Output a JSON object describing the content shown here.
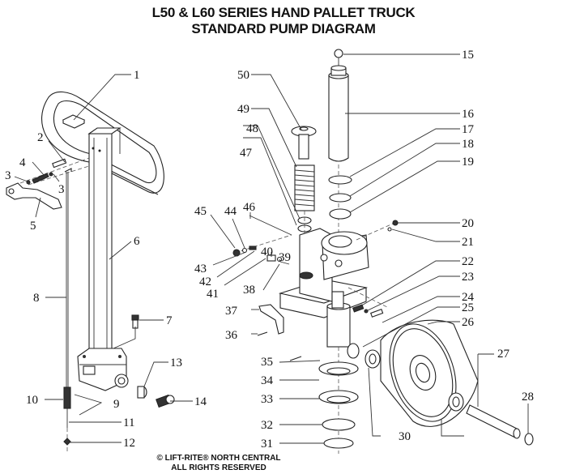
{
  "title": {
    "line1": "L50 & L60 SERIES HAND PALLET TRUCK",
    "line2": "STANDARD PUMP DIAGRAM"
  },
  "footer": {
    "line1": "© LIFT-RITE®  NORTH CENTRAL",
    "line2": "ALL RIGHTS RESERVED"
  },
  "callouts": {
    "c1": "1",
    "c2": "2",
    "c3a": "3",
    "c3b": "3",
    "c4": "4",
    "c5": "5",
    "c6": "6",
    "c7": "7",
    "c8": "8",
    "c9": "9",
    "c10": "10",
    "c11": "11",
    "c12": "12",
    "c13": "13",
    "c14": "14",
    "c15": "15",
    "c16": "16",
    "c17": "17",
    "c18": "18",
    "c19": "19",
    "c20": "20",
    "c21": "21",
    "c22": "22",
    "c23": "23",
    "c24": "24",
    "c25": "25",
    "c26": "26",
    "c27": "27",
    "c28": "28",
    "c30": "30",
    "c31": "31",
    "c32": "32",
    "c33": "33",
    "c34": "34",
    "c35": "35",
    "c36": "36",
    "c37": "37",
    "c38": "38",
    "c39": "39",
    "c40": "40",
    "c41": "41",
    "c42": "42",
    "c43": "43",
    "c44": "44",
    "c45": "45",
    "c46": "46",
    "c47": "47",
    "c48": "48",
    "c49": "49",
    "c50": "50"
  }
}
